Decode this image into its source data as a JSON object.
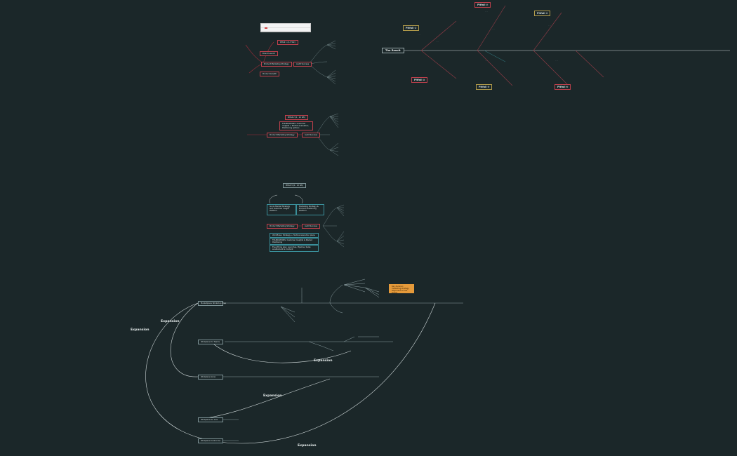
{
  "diagram": {
    "fishbone_head": "The Result",
    "expansion_labels": [
      "Expansion",
      "Expansion",
      "Expansion",
      "Expansion",
      "Expansion"
    ],
    "map1": {
      "top_tag": "Pitfall 1 (2-3 Wk)",
      "center": "Product Marketing Strategy",
      "right": "Audit Success",
      "left_mid": "Brand Launch",
      "left_low": "Product Growth"
    },
    "map2": {
      "top_tag": "Pitfall 2 (6 - 12 Wk)",
      "center": "Product Marketing Strategy",
      "right": "Audit Success",
      "note": "FOUNDATIONS: Customer insights + Market evaluation, Positioning options"
    },
    "map3": {
      "top_tag": "Pitfall 3 (6 - 12 Wk)",
      "center": "Product Marketing Strategy",
      "right": "Audit Success",
      "box_left": "Go-to-Market Strategy and Customer Insight Platform",
      "box_right": "Marketing Strategy & Product Positioning Platform",
      "box_mid1": "Workflows: Strategy + Tactical execution plans",
      "box_mid2": "FOUNDATIONS: Customer Insights & Market Positioning",
      "box_mid3": "Everything else: Launches, Pipeline, Sales enablement & Content"
    },
    "flow": {
      "rows": [
        "Marketplace Workshop Prep",
        "Workplace for Teams",
        "Workplace Grow",
        "Workplace Go Live",
        "Workplace Control Go"
      ],
      "highlight": "Key decision: marketing strategy alignment across teams"
    }
  }
}
